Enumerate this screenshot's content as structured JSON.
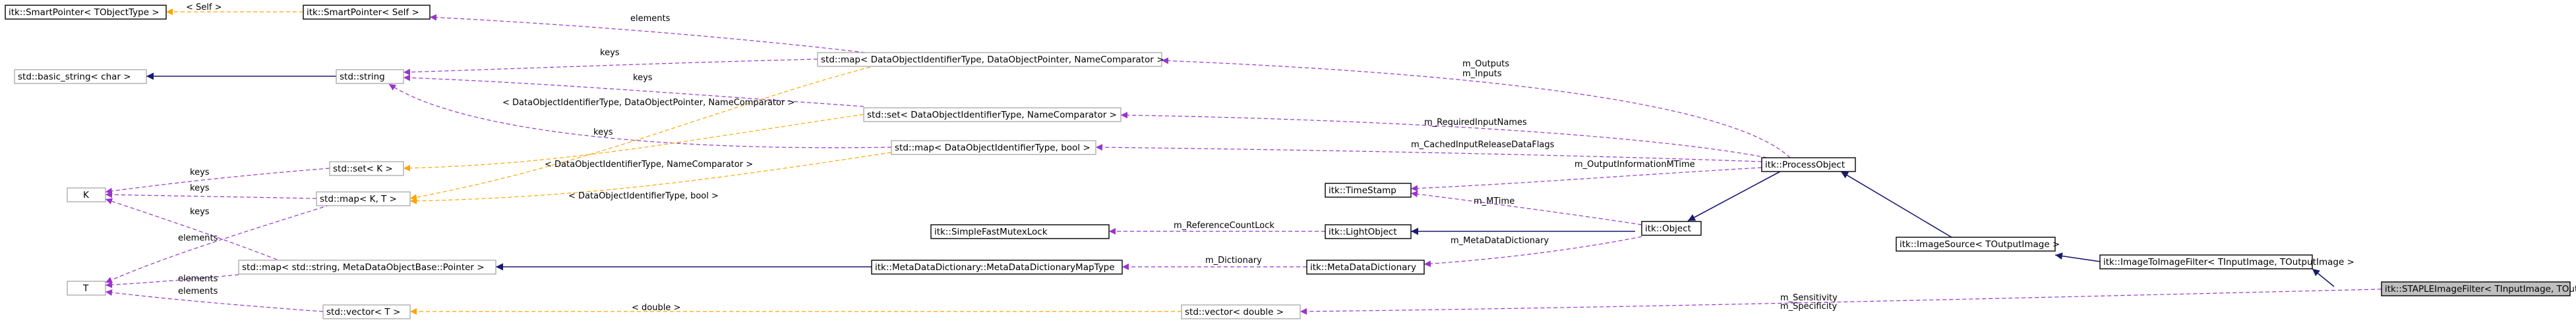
{
  "nodes": {
    "staple": "itk::STAPLEImageFilter< TInputImage, TOutputImage >",
    "imgtoimg": "itk::ImageToImageFilter< TInputImage, TOutputImage >",
    "imgsrc": "itk::ImageSource< TOutputImage >",
    "procobj": "itk::ProcessObject",
    "object": "itk::Object",
    "lightobj": "itk::LightObject",
    "timestamp": "itk::TimeStamp",
    "mutex": "itk::SimpleFastMutexLock",
    "metadict": "itk::MetaDataDictionary",
    "metamaptype": "itk::MetaDataDictionary::MetaDataDictionaryMapType",
    "mapstrptr": "std::map< std::string, MetaDataObjectBase::Pointer >",
    "vecdouble": "std::vector< double >",
    "vecT": "std::vector< T >",
    "mapKT": "std::map< K, T >",
    "setK": "std::set< K >",
    "nodeK": "K",
    "nodeT": "T",
    "stdstring": "std::string",
    "basicstring": "std::basic_string< char >",
    "spself": "itk::SmartPointer< Self >",
    "spobj": "itk::SmartPointer< TObjectType >",
    "mapDOIdPtr": "std::map< DataObjectIdentifierType, DataObjectPointer, NameComparator >",
    "setDOId": "std::set< DataObjectIdentifierType, NameComparator >",
    "mapDOIdBool": "std::map< DataObjectIdentifierType, bool >"
  },
  "edges": {
    "sensitivity": "m_Sensitivity",
    "specificity": "m_Specificity",
    "outputs": "m_Outputs",
    "inputs": "m_Inputs",
    "required": "m_RequiredInputNames",
    "cached": "m_CachedInputReleaseDataFlags",
    "outinfo": "m_OutputInformationMTime",
    "mtime": "m_MTime",
    "refcount": "m_ReferenceCountLock",
    "metadata": "m_MetaDataDictionary",
    "dictionary": "m_Dictionary",
    "elements": "elements",
    "keys": "keys",
    "self": "< Self >",
    "double": "< double >",
    "tmplMapPtr": "< DataObjectIdentifierType, DataObjectPointer, NameComparator >",
    "tmplSet": "< DataObjectIdentifierType, NameComparator >",
    "tmplBool": "< DataObjectIdentifierType, bool >"
  },
  "colors": {
    "inheritance": "#191970",
    "usage": "#9a32cd",
    "template": "#ffa500",
    "focus_fill": "#bfbfbf",
    "ghost_border": "#a0a0a0"
  }
}
